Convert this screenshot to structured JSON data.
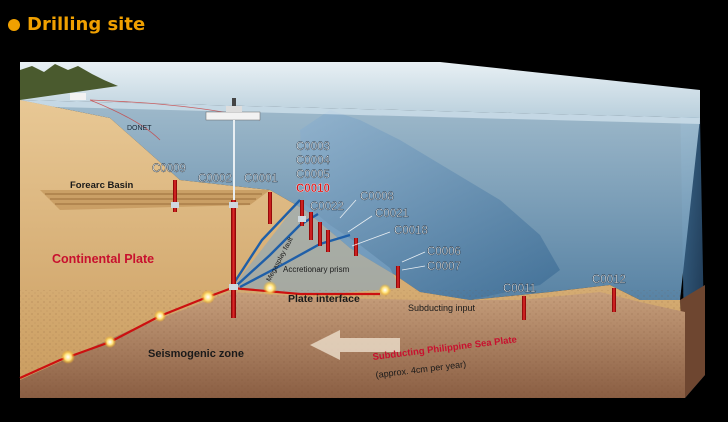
{
  "heading": "Drilling site",
  "colors": {
    "heading_accent": "#f0a000",
    "site_label": "#ffffff",
    "highlight_site": "#e01010",
    "plate_label": "#c8102e",
    "sea": "#4f7fa6",
    "sediment": "#d9b57c",
    "fault": "#1f5fa8",
    "plate_interface": "#cc1010"
  },
  "labels": {
    "donet": "DONET",
    "forearc_basin": "Forearc Basin",
    "continental_plate": "Continental Plate",
    "megasplay_fault": "Megasplay fault",
    "accretionary_prism": "Accretionary prism",
    "plate_interface": "Plate interface",
    "subducting_input": "Subducting input",
    "seismogenic_zone": "Seismogenic zone",
    "subducting_plate": "Subducting Philippine Sea Plate",
    "rate": "(approx. 4cm per year)"
  },
  "sites": {
    "c0009": "C0009",
    "c0002": "C0002",
    "c0001": "C0001",
    "c0003": "C0003",
    "c0004": "C0004",
    "c0005": "C0005",
    "c0010": "C0010",
    "c0008": "C0008",
    "c0022": "C0022",
    "c0021": "C0021",
    "c0018": "C0018",
    "c0006": "C0006",
    "c0007": "C0007",
    "c0011": "C0011",
    "c0012": "C0012"
  },
  "icons": {
    "heading_dot": "orange-dot-icon",
    "drillship": "drillship-icon",
    "rupture": "rupture-star-icon",
    "direction": "arrow-left-icon"
  }
}
